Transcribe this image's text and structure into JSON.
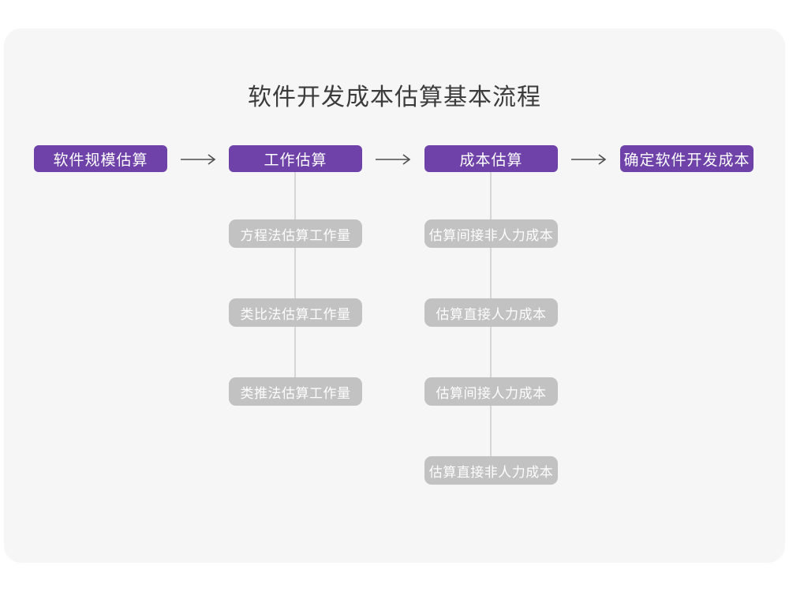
{
  "title": "软件开发成本估算基本流程",
  "colors": {
    "page_bg": "#ffffff",
    "card_bg": "#f6f6f6",
    "primary_node": "#6e42a8",
    "sub_node": "#c2c2c2",
    "node_text": "#ffffff",
    "connector_line": "#d6d6d6",
    "arrow": "#4f4f4f",
    "title_text": "#3c3c3c"
  },
  "flow": {
    "main_steps": [
      {
        "label": "软件规模估算"
      },
      {
        "label": "工作估算",
        "sub_steps": [
          "方程法估算工作量",
          "类比法估算工作量",
          "类推法估算工作量"
        ]
      },
      {
        "label": "成本估算",
        "sub_steps": [
          "估算间接非人力成本",
          "估算直接人力成本",
          "估算间接人力成本",
          "估算直接非人力成本"
        ]
      },
      {
        "label": "确定软件开发成本"
      }
    ]
  }
}
